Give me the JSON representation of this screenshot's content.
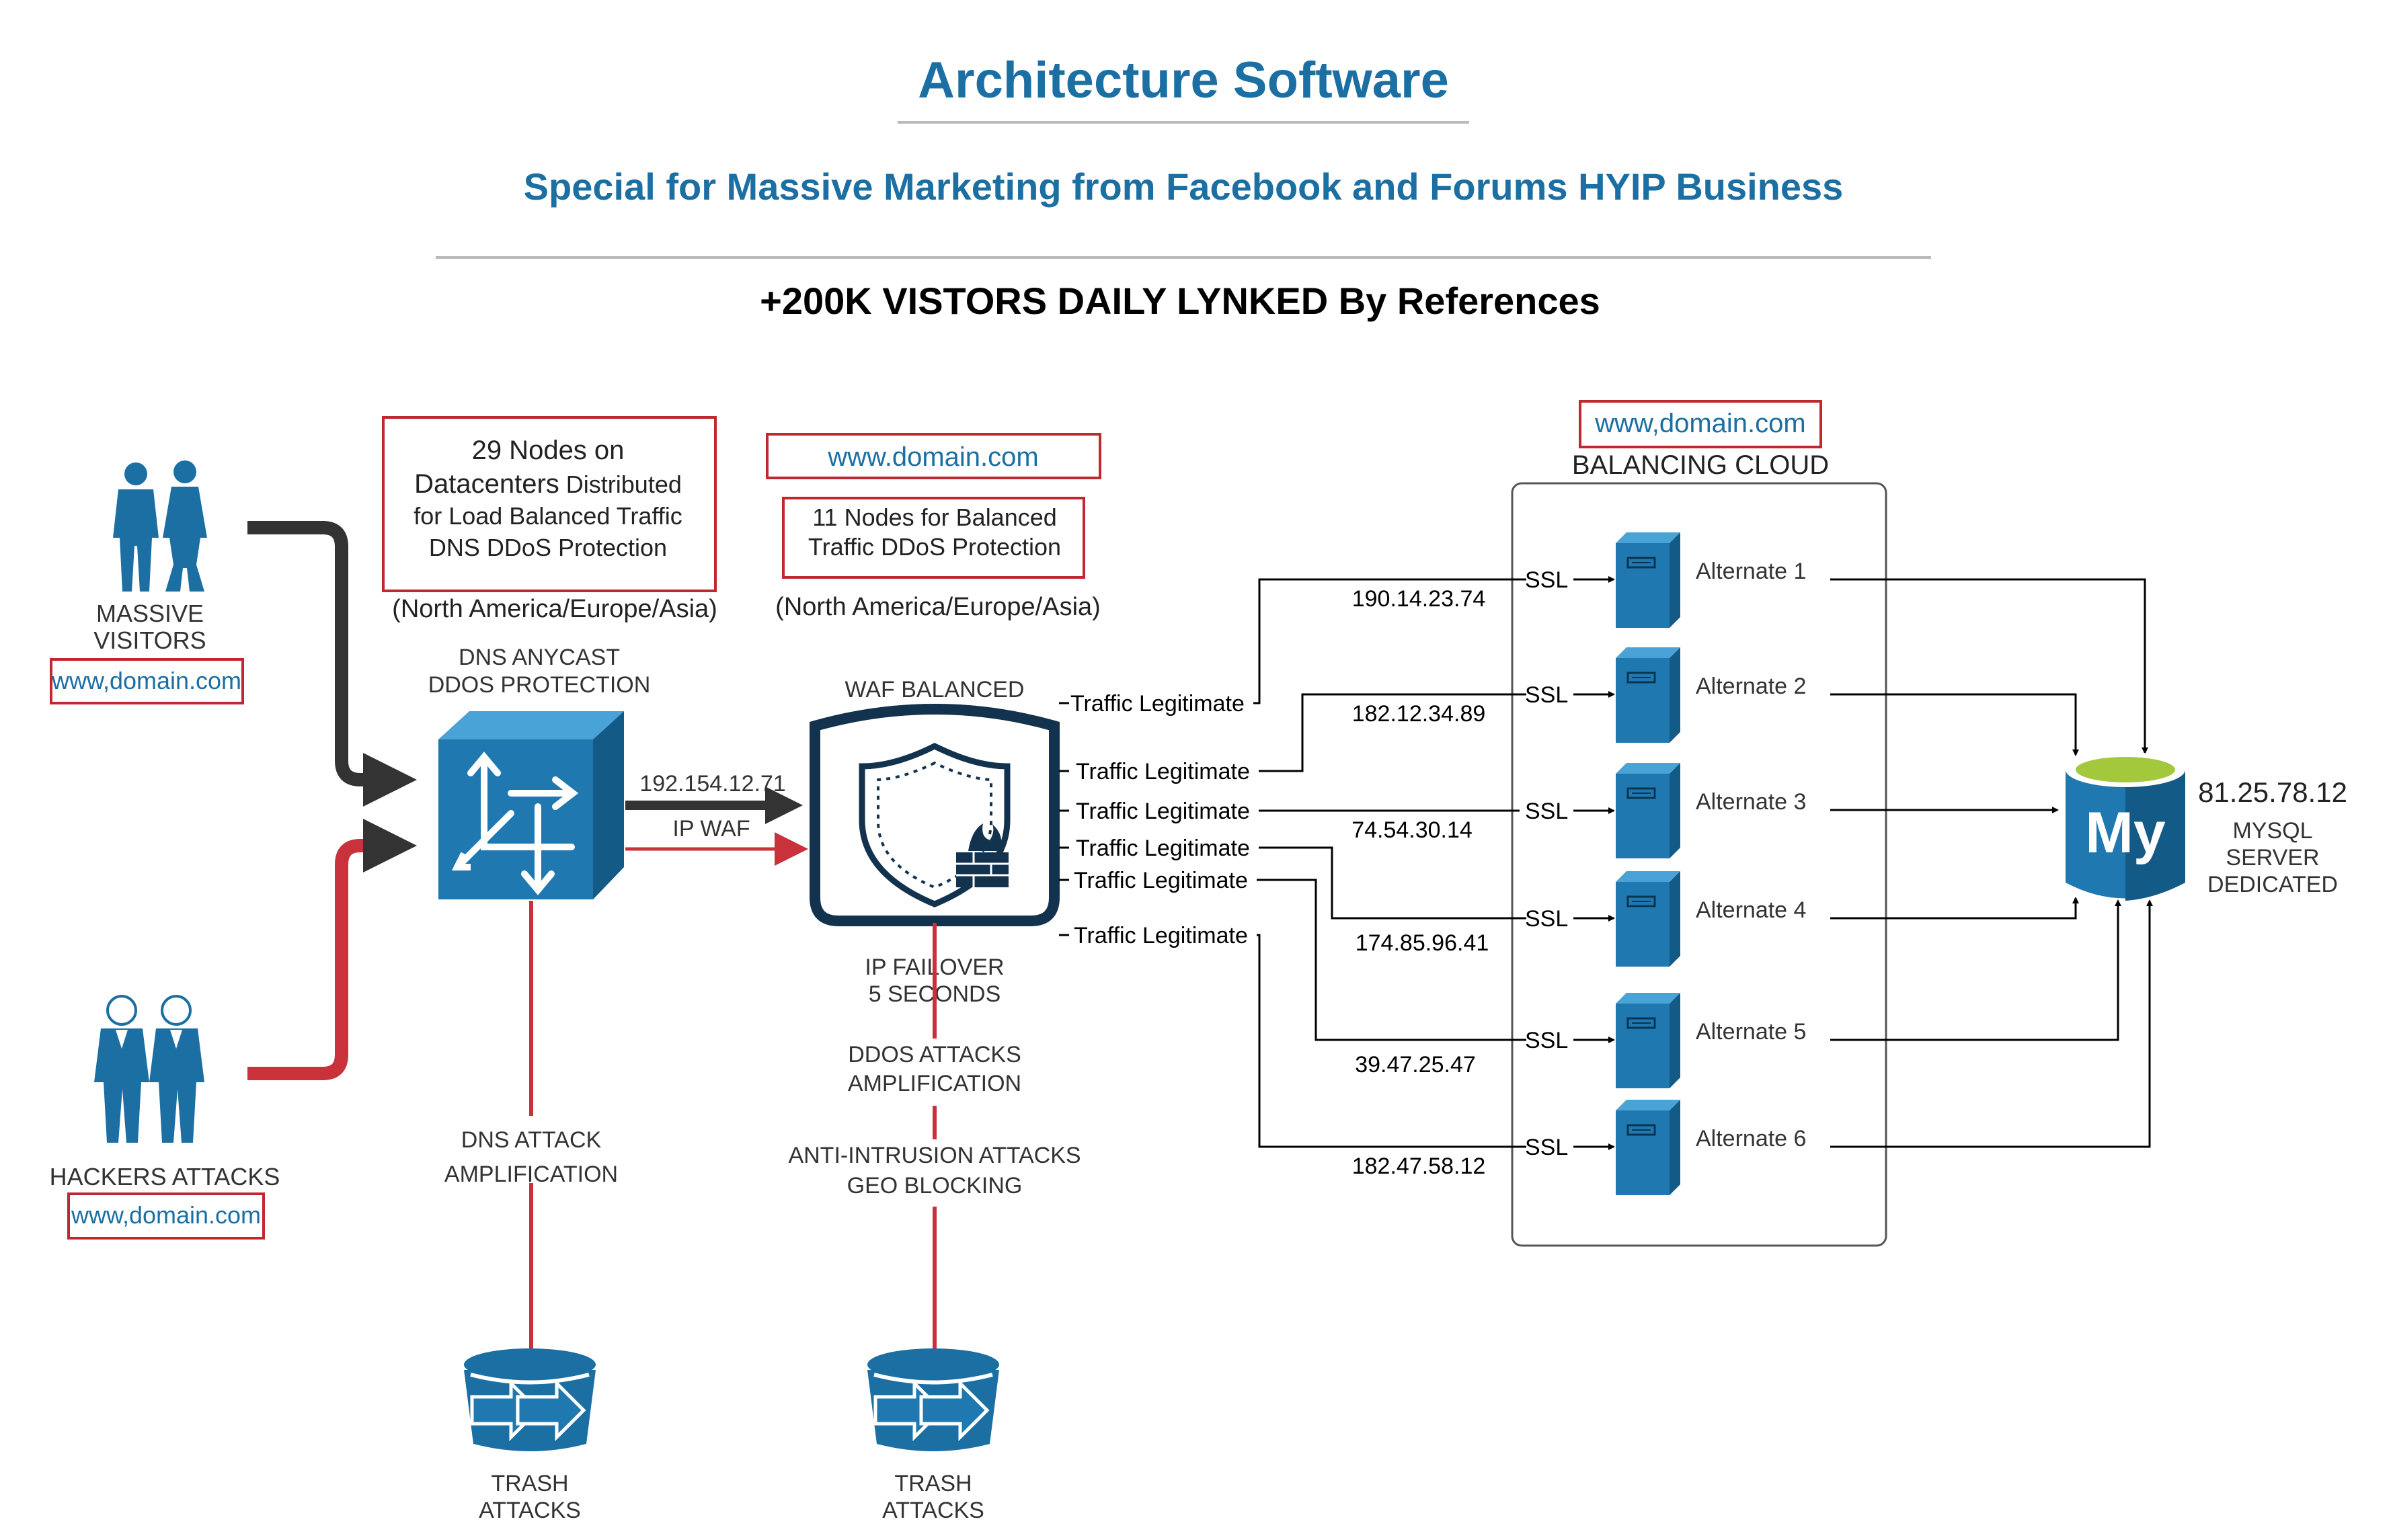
{
  "header": {
    "title": "Architecture Software",
    "subtitle": "Special for Massive Marketing from Facebook and Forums HYIP Business",
    "tagline": "+200K  VISTORS DAILY LYNKED By References"
  },
  "colors": {
    "accent_blue": "#1b6fa3",
    "node_blue": "#1f78b0",
    "node_blue_dark": "#135a87",
    "attack_red": "#c9313b",
    "dark_line": "#333333",
    "mysql_green": "#a3c83c",
    "box_red": "#c0282f"
  },
  "visitors": {
    "label_line1": "MASSIVE",
    "label_line2": "VISITORS",
    "domain": "www,domain.com",
    "icon": "business-people-icon"
  },
  "hackers": {
    "label": "HACKERS ATTACKS",
    "domain": "www,domain.com",
    "icon": "hackers-icon"
  },
  "dns_box": {
    "line1": "29 Nodes on",
    "line2a": "Datacenters",
    "line2b": " Distributed",
    "line3": "for Load Balanced Traffic",
    "line4": "DNS DDoS Protection",
    "region": "(North America/Europe/Asia)"
  },
  "dns_node": {
    "label_line1": "DNS ANYCAST",
    "label_line2": "DDOS PROTECTION",
    "icon": "router-arrows-icon",
    "ip": "192.154.12.71",
    "ip_label": "IP WAF",
    "attack_line1": "DNS ATTACK",
    "attack_line2": "AMPLIFICATION"
  },
  "waf_box": {
    "domain": "www.domain.com",
    "line1": "11 Nodes  for Balanced",
    "line2": "Traffic  DDoS Protection",
    "region": "(North America/Europe/Asia)"
  },
  "waf_node": {
    "label": "WAF BALANCED",
    "icon": "shield-firewall-icon",
    "failover_line1": "IP FAILOVER",
    "failover_line2": "5 SECONDS",
    "attack1_line1": "DDOS ATTACKS",
    "attack1_line2": "AMPLIFICATION",
    "attack2_line1": "ANTI-INTRUSION ATTACKS",
    "attack2_line2": "GEO BLOCKING"
  },
  "trash": [
    {
      "line1": "TRASH",
      "line2": "ATTACKS",
      "icon": "trash-bin-icon"
    },
    {
      "line1": "TRASH",
      "line2": "ATTACKS",
      "icon": "trash-bin-icon"
    }
  ],
  "cloud": {
    "domain": "www,domain.com",
    "label": "BALANCING CLOUD"
  },
  "traffic_label": "Traffic Legitimate",
  "ssl_label": "SSL",
  "servers": [
    {
      "name": "Alternate 1",
      "ip": "190.14.23.74"
    },
    {
      "name": "Alternate 2",
      "ip": "182.12.34.89"
    },
    {
      "name": "Alternate 3",
      "ip": "74.54.30.14"
    },
    {
      "name": "Alternate 4",
      "ip": "174.85.96.41"
    },
    {
      "name": "Alternate 5",
      "ip": "39.47.25.47"
    },
    {
      "name": "Alternate 6",
      "ip": "182.47.58.12"
    }
  ],
  "database": {
    "ip": "81.25.78.12",
    "line1": "MYSQL",
    "line2": "SERVER",
    "line3": "DEDICATED",
    "logo_text": "My",
    "icon": "mysql-database-icon"
  }
}
